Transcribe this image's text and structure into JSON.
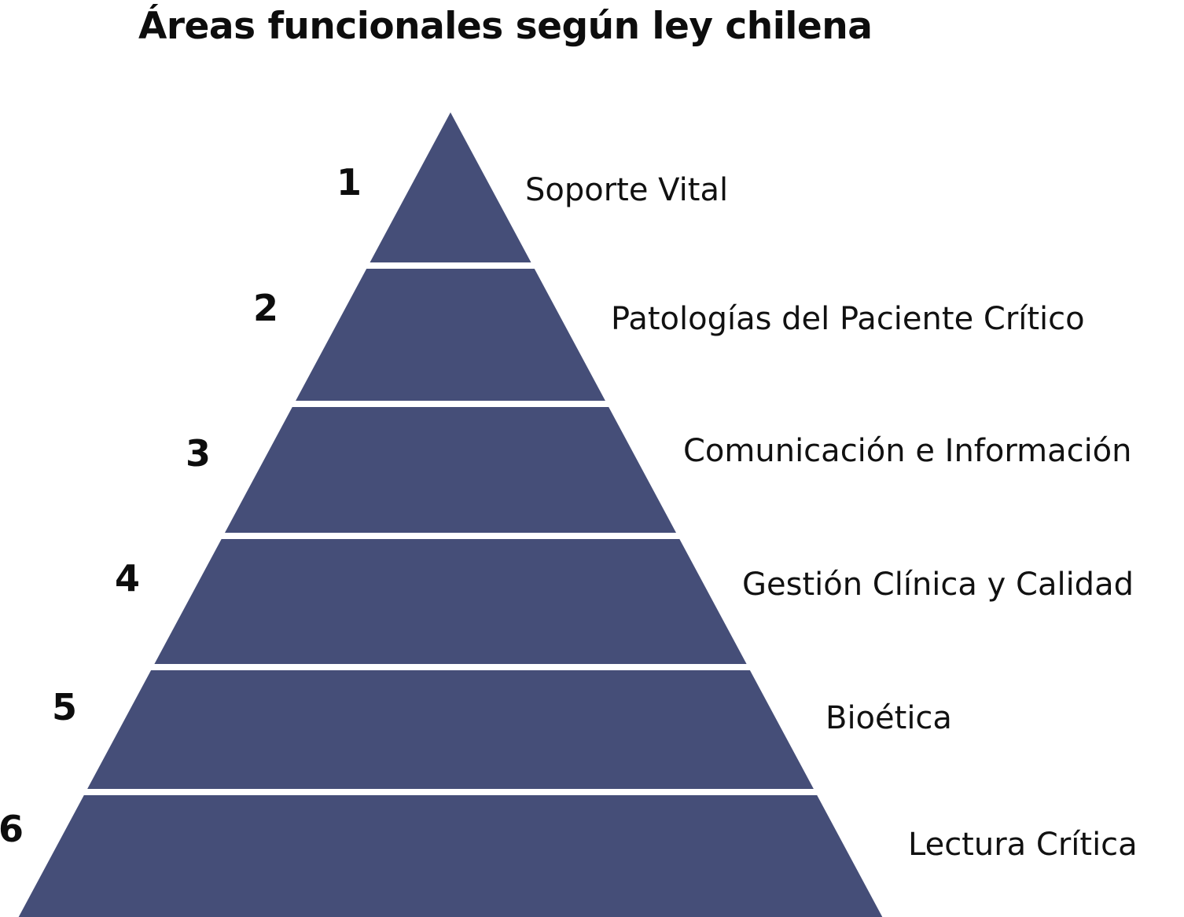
{
  "title": "Áreas funcionales según ley chilena",
  "colors": {
    "pyramid_fill": "#454E78",
    "background": "#FFFFFF",
    "divider": "#FFFFFF",
    "text": "#111111",
    "title_text": "#0D0D0D"
  },
  "chart_data": {
    "type": "pyramid",
    "title": "Áreas funcionales según ley chilena",
    "orientation": "apex-up",
    "levels": [
      {
        "number": "1",
        "label": "Soporte Vital"
      },
      {
        "number": "2",
        "label": "Patologías del Paciente Crítico"
      },
      {
        "number": "3",
        "label": "Comunicación e Información"
      },
      {
        "number": "4",
        "label": "Gestión Clínica y Calidad"
      },
      {
        "number": "5",
        "label": "Bioética"
      },
      {
        "number": "6",
        "label": "Lectura Crítica"
      }
    ],
    "level_count": 6,
    "xlabel": "",
    "ylabel": "",
    "legend": "none",
    "grid": false
  }
}
